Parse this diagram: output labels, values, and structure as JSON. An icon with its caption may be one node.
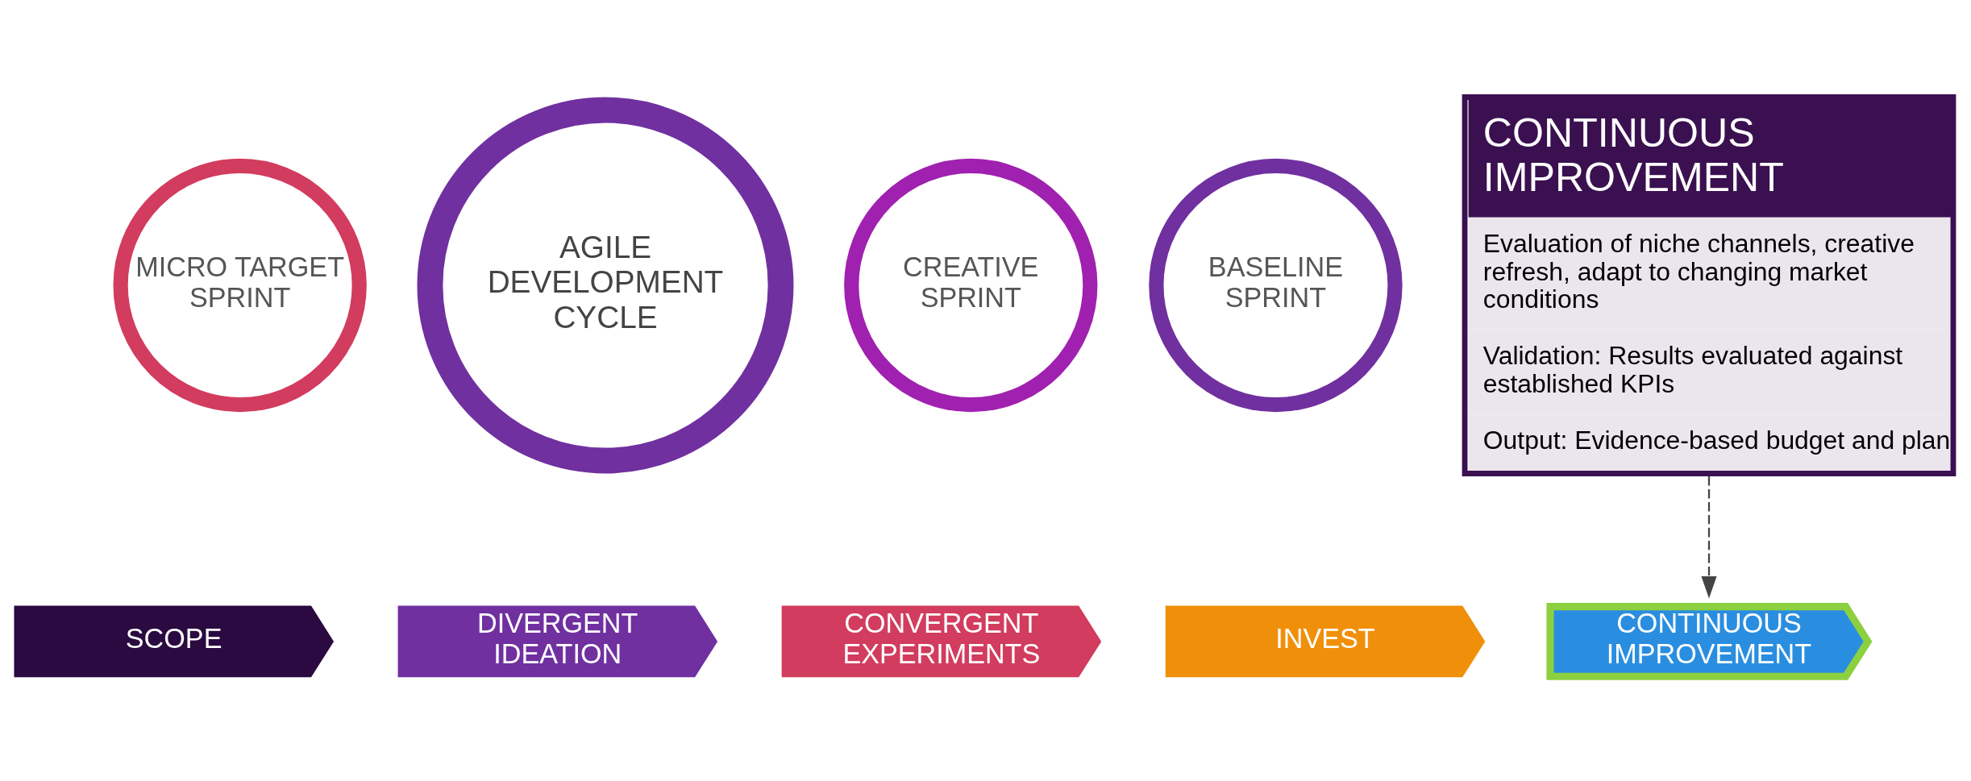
{
  "diagram": {
    "nodes": [
      {
        "text": [
          "CREATIVE SPRINT"
        ]
      },
      {
        "text": [
          "CONTINUOUS IMPROVEMENT",
          "Evaluation of niche channels, creative refresh, adapt to changing market conditions",
          "Validation: Results evaluated against established KPIs",
          "Output: Evidence-based budget and plan"
        ]
      },
      {
        "text": [
          "MICRO TARGET SPRINT"
        ]
      },
      {
        "text": [
          "AGILE DEVELOPMENT CYCLE"
        ]
      },
      {
        "text": [
          "BASELINE SPRINT"
        ]
      },
      {
        "text": [
          "SCOPE"
        ]
      },
      {
        "text": [
          "DIVERGENT IDEATION"
        ]
      },
      {
        "text": [
          "CONVERGENT EXPERIMENTS"
        ]
      },
      {
        "text": [
          "INVEST"
        ]
      },
      {
        "text": [
          "CONTINUOUS IMPROVEMENT"
        ]
      }
    ],
    "edges": [
      {
        "from": 1,
        "to": 9,
        "arrow": "to",
        "style": "dashed"
      }
    ]
  }
}
